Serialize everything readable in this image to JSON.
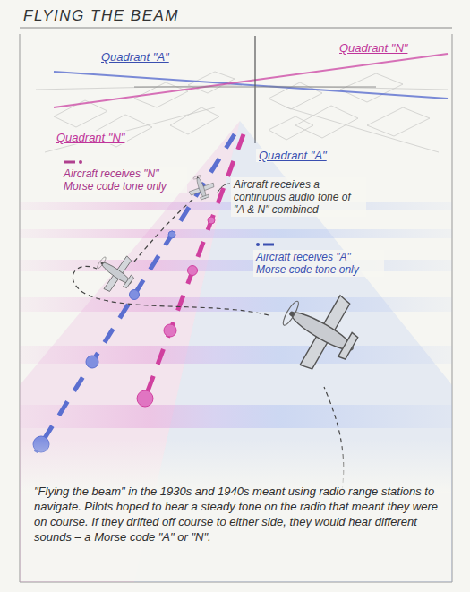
{
  "diagram": {
    "title": "FLYING THE BEAM",
    "caption": "\"Flying the beam\" in the 1930s and 1940s meant using radio range stations to navigate. Pilots hoped to hear a steady tone on the radio that meant they were on course. If they drifted off course to either side, they would hear different sounds – a Morse code \"A\" or \"N\".",
    "labels": [
      "Quadrant \"A\"",
      "Quadrant \"N\"",
      "Quadrant \"N\"",
      "Quadrant \"A\"",
      "Aircraft receives \"N\" Morse code tone only",
      "Aircraft receives a continuous audio tone of \"A & N\" combined",
      "Aircraft receives \"A\" Morse code tone only"
    ]
  }
}
